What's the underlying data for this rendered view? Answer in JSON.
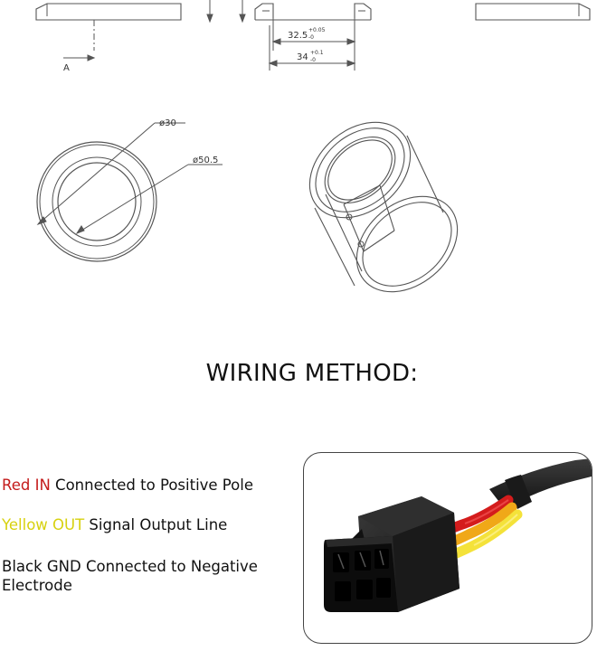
{
  "drawing": {
    "dim_inner_width": {
      "value": "32.5",
      "tol_plus": "+0.05",
      "tol_minus": "-0"
    },
    "dim_outer_width": {
      "value": "34",
      "tol_plus": "+0.1",
      "tol_minus": "-0"
    },
    "section_label": "A",
    "diameter_inner": "ø30",
    "diameter_outer": "ø50.5"
  },
  "wiring": {
    "title": "WIRING METHOD:",
    "red": {
      "prefix": "Red IN",
      "text": " Connected to Positive Pole",
      "color": "#c41b1b"
    },
    "yellow": {
      "prefix": "Yellow OUT",
      "text": " Signal Output Line",
      "color": "#d7d10f"
    },
    "black": {
      "text": "Black GND Connected to Negative Electrode"
    }
  }
}
